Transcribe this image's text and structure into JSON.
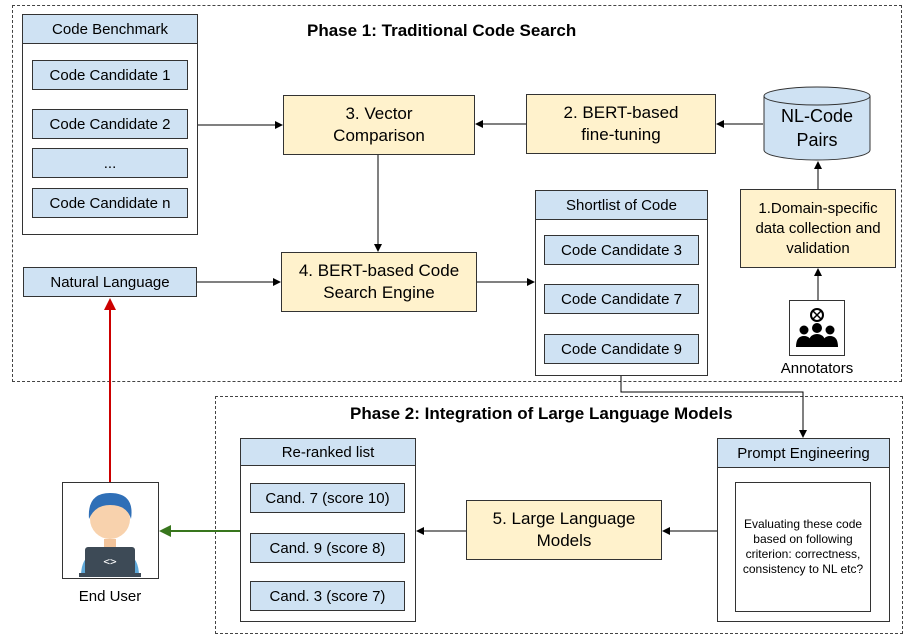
{
  "phase1": {
    "title": "Phase 1: Traditional Code Search"
  },
  "phase2": {
    "title": "Phase 2: Integration of Large Language Models"
  },
  "benchmark": {
    "header": "Code Benchmark",
    "items": [
      "Code Candidate 1",
      "Code Candidate 2",
      "...",
      "Code Candidate n"
    ]
  },
  "steps": {
    "vector": "3. Vector Comparison",
    "bert_ft": "2. BERT-based fine-tuning",
    "engine": "4. BERT-based Code Search Engine",
    "domain": "1.Domain-specific data collection and validation",
    "llm": "5. Large Language Models"
  },
  "nl_pairs": "NL-Code Pairs",
  "natural_language": "Natural Language",
  "shortlist": {
    "header": "Shortlist of Code",
    "items": [
      "Code Candidate 3",
      "Code Candidate 7",
      "Code Candidate 9"
    ]
  },
  "annotators": {
    "label": "Annotators",
    "icon": "annotators-icon"
  },
  "prompt": {
    "header": "Prompt Engineering",
    "text": "Evaluating these code based on following criterion: correctness, consistency to NL etc?"
  },
  "reranked": {
    "header": "Re-ranked list",
    "items": [
      "Cand. 7 (score 10)",
      "Cand. 9 (score 8)",
      "Cand. 3 (score 7)"
    ]
  },
  "end_user": {
    "label": "End User",
    "icon": "developer-icon"
  },
  "colors": {
    "box_blue": "#cfe2f3",
    "box_yellow": "#fff2cc",
    "arrow_black": "#000000",
    "arrow_red": "#cc0000",
    "arrow_green": "#38761d"
  }
}
